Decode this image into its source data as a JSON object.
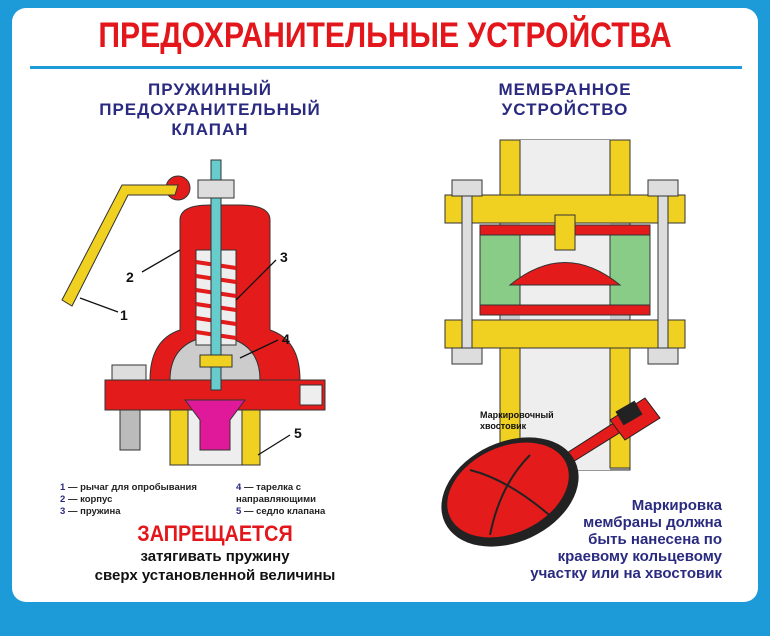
{
  "title": "ПРЕДОХРАНИТЕЛЬНЫЕ УСТРОЙСТВА",
  "left": {
    "heading": [
      "ПРУЖИННЫЙ",
      "ПРЕДОХРАНИТЕЛЬНЫЙ",
      "КЛАПАН"
    ],
    "callouts": [
      "1",
      "2",
      "3",
      "4",
      "5"
    ],
    "legend": [
      {
        "num": "1",
        "text": "— рычаг для опробывания"
      },
      {
        "num": "2",
        "text": "— корпус"
      },
      {
        "num": "3",
        "text": "— пружина"
      },
      {
        "num": "4",
        "text": "— тарелка с"
      },
      {
        "num": "",
        "text": "направляющими"
      },
      {
        "num": "5",
        "text": "— седло клапана"
      }
    ],
    "warning_title": "ЗАПРЕЩАЕТСЯ",
    "warning_text": [
      "затягивать пружину",
      "сверх установленной величины"
    ]
  },
  "right": {
    "heading": [
      "МЕМБРАННОЕ",
      "УСТРОЙСТВО"
    ],
    "tail_label": [
      "Маркировочный",
      "хвостовик"
    ],
    "note": [
      "Маркировка",
      "мембраны должна",
      "быть нанесена по",
      "краевому кольцевому",
      "участку или на хвостовик"
    ]
  },
  "colors": {
    "frame": "#1d9ad8",
    "title": "#e3161b",
    "heading": "#2a2a80"
  }
}
